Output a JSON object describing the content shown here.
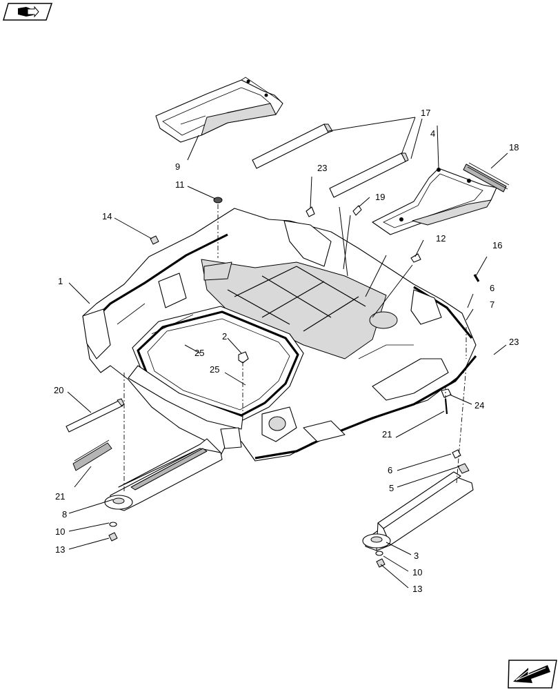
{
  "icons": {
    "top_left": "book-page-icon",
    "bottom_right": "next-page-arrow-icon"
  },
  "callouts": [
    {
      "id": "c-9",
      "text": "9"
    },
    {
      "id": "c-17",
      "text": "17"
    },
    {
      "id": "c-4",
      "text": "4"
    },
    {
      "id": "c-18",
      "text": "18"
    },
    {
      "id": "c-23a",
      "text": "23"
    },
    {
      "id": "c-11",
      "text": "11"
    },
    {
      "id": "c-19",
      "text": "19"
    },
    {
      "id": "c-14",
      "text": "14"
    },
    {
      "id": "c-12",
      "text": "12"
    },
    {
      "id": "c-16",
      "text": "16"
    },
    {
      "id": "c-1",
      "text": "1"
    },
    {
      "id": "c-6a",
      "text": "6"
    },
    {
      "id": "c-7",
      "text": "7"
    },
    {
      "id": "c-2",
      "text": "2"
    },
    {
      "id": "c-25a",
      "text": "25"
    },
    {
      "id": "c-23b",
      "text": "23"
    },
    {
      "id": "c-25b",
      "text": "25"
    },
    {
      "id": "c-24",
      "text": "24"
    },
    {
      "id": "c-20",
      "text": "20"
    },
    {
      "id": "c-21a",
      "text": "21"
    },
    {
      "id": "c-21b",
      "text": "21"
    },
    {
      "id": "c-6b",
      "text": "6"
    },
    {
      "id": "c-5",
      "text": "5"
    },
    {
      "id": "c-8",
      "text": "8"
    },
    {
      "id": "c-10a",
      "text": "10"
    },
    {
      "id": "c-13a",
      "text": "13"
    },
    {
      "id": "c-3",
      "text": "3"
    },
    {
      "id": "c-10b",
      "text": "10"
    },
    {
      "id": "c-13b",
      "text": "13"
    }
  ]
}
